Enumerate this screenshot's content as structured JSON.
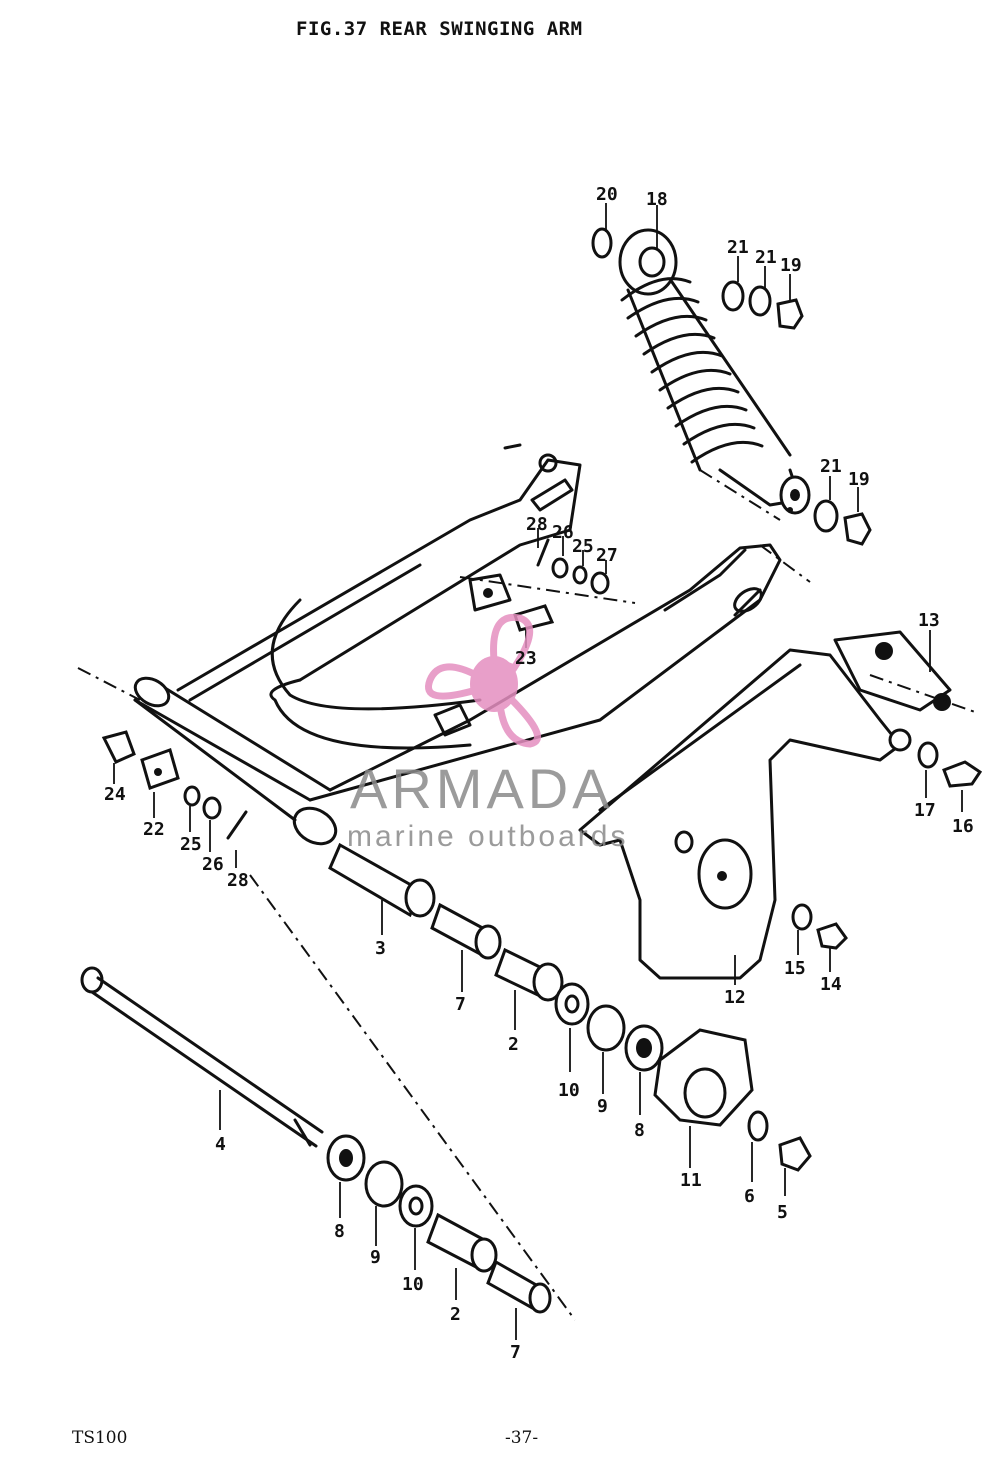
{
  "header": {
    "title": "FIG.37  REAR SWINGING ARM"
  },
  "footer": {
    "model": "TS100",
    "page": "-37-"
  },
  "watermark": {
    "brand": "ARMADA",
    "tagline": "marine outboards",
    "color": "#e58fc0"
  },
  "callouts": [
    {
      "id": "c20",
      "text": "20"
    },
    {
      "id": "c18",
      "text": "18"
    },
    {
      "id": "c21a",
      "text": "21"
    },
    {
      "id": "c21b",
      "text": "21"
    },
    {
      "id": "c19a",
      "text": "19"
    },
    {
      "id": "c21c",
      "text": "21"
    },
    {
      "id": "c19b",
      "text": "19"
    },
    {
      "id": "c28a",
      "text": "28"
    },
    {
      "id": "c26a",
      "text": "26"
    },
    {
      "id": "c25a",
      "text": "25"
    },
    {
      "id": "c27",
      "text": "27"
    },
    {
      "id": "c23",
      "text": "23"
    },
    {
      "id": "c13",
      "text": "13"
    },
    {
      "id": "c17",
      "text": "17"
    },
    {
      "id": "c16",
      "text": "16"
    },
    {
      "id": "c24",
      "text": "24"
    },
    {
      "id": "c22",
      "text": "22"
    },
    {
      "id": "c25b",
      "text": "25"
    },
    {
      "id": "c26b",
      "text": "26"
    },
    {
      "id": "c28b",
      "text": "28"
    },
    {
      "id": "c3",
      "text": "3"
    },
    {
      "id": "c7a",
      "text": "7"
    },
    {
      "id": "c2a",
      "text": "2"
    },
    {
      "id": "c10a",
      "text": "10"
    },
    {
      "id": "c9a",
      "text": "9"
    },
    {
      "id": "c8a",
      "text": "8"
    },
    {
      "id": "c11",
      "text": "11"
    },
    {
      "id": "c6",
      "text": "6"
    },
    {
      "id": "c5",
      "text": "5"
    },
    {
      "id": "c15",
      "text": "15"
    },
    {
      "id": "c14",
      "text": "14"
    },
    {
      "id": "c12",
      "text": "12"
    },
    {
      "id": "c4",
      "text": "4"
    },
    {
      "id": "c8b",
      "text": "8"
    },
    {
      "id": "c9b",
      "text": "9"
    },
    {
      "id": "c10b",
      "text": "10"
    },
    {
      "id": "c2b",
      "text": "2"
    },
    {
      "id": "c7b",
      "text": "7"
    }
  ]
}
